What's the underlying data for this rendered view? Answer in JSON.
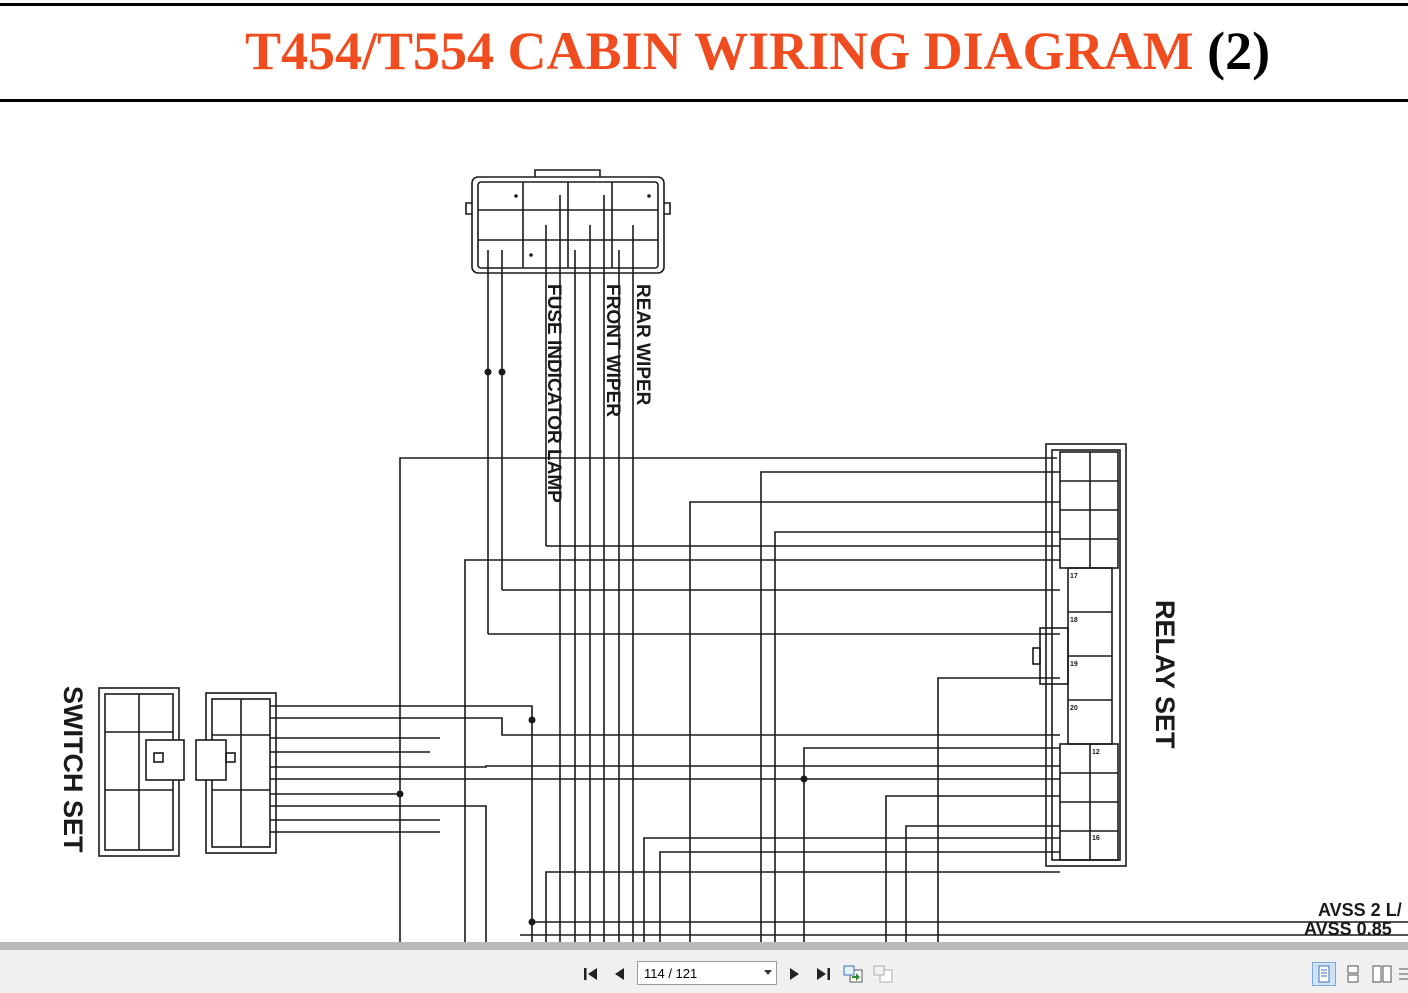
{
  "document": {
    "title_main": "T454/T554 CABIN WIRING DIAGRAM",
    "title_number": "(2)",
    "wire_labels": [
      "FUSE INDICATOR LAMP",
      "FRONT WIPER",
      "REAR WIPER"
    ],
    "block_labels": {
      "switch_set": "SWITCH SET",
      "relay_set": "RELAY SET"
    },
    "avss_labels": [
      "AVSS 2 L/",
      "AVSS 0.85"
    ],
    "relay_pin_numbers": [
      "17",
      "18",
      "19",
      "20",
      "12",
      "16"
    ],
    "colors": {
      "title": "#f04c1f",
      "line": "#1a1a1a"
    }
  },
  "toolbar": {
    "page_value": "114 / 121",
    "icons": {
      "first": "first-page-icon",
      "prev": "previous-page-icon",
      "next": "next-page-icon",
      "last": "last-page-icon",
      "go_back": "go-back-view-icon",
      "go_forward": "go-forward-view-icon",
      "single": "single-page-view-icon",
      "continuous": "continuous-view-icon",
      "facing": "facing-pages-view-icon",
      "more": "more-view-icon"
    }
  }
}
